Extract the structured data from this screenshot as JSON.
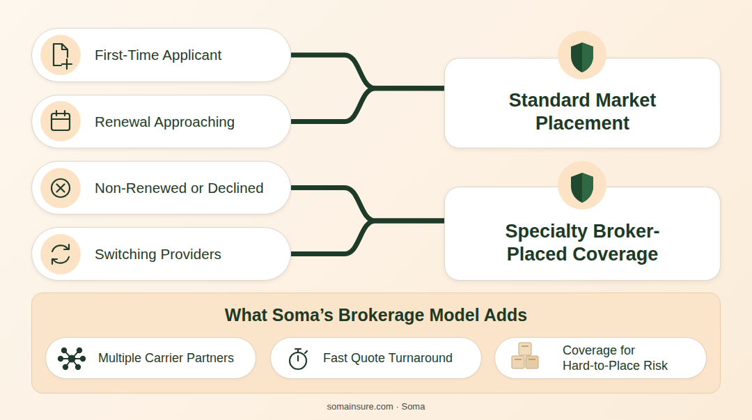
{
  "diagram": {
    "caption": "somainsure.com · Soma",
    "nodes": [
      {
        "text": [
          "First-Time Applicant"
        ]
      },
      {
        "text": [
          "Renewal Approaching"
        ]
      },
      {
        "text": [
          "Standard Market Placement"
        ]
      },
      {
        "text": [
          "Non-Renewed or Declined"
        ]
      },
      {
        "text": [
          "Switching Providers"
        ]
      },
      {
        "text": [
          "Specialty Broker-Placed Coverage"
        ]
      },
      {
        "text": [
          "What Soma’s Brokerage Model Adds"
        ]
      },
      {
        "text": [
          "Multiple Carrier Partners"
        ],
        "in": 6
      },
      {
        "text": [
          "Fast Quote Turnaround"
        ],
        "in": 6
      },
      {
        "text": [
          "Coverage for Hard-to-Place Risk"
        ],
        "in": 6
      }
    ],
    "edges": [
      {
        "from": 0,
        "to": 2,
        "arrow": "none"
      },
      {
        "from": 1,
        "to": 2,
        "arrow": "none"
      },
      {
        "from": 3,
        "to": 5,
        "arrow": "none"
      },
      {
        "from": 4,
        "to": 5,
        "arrow": "none"
      }
    ]
  }
}
